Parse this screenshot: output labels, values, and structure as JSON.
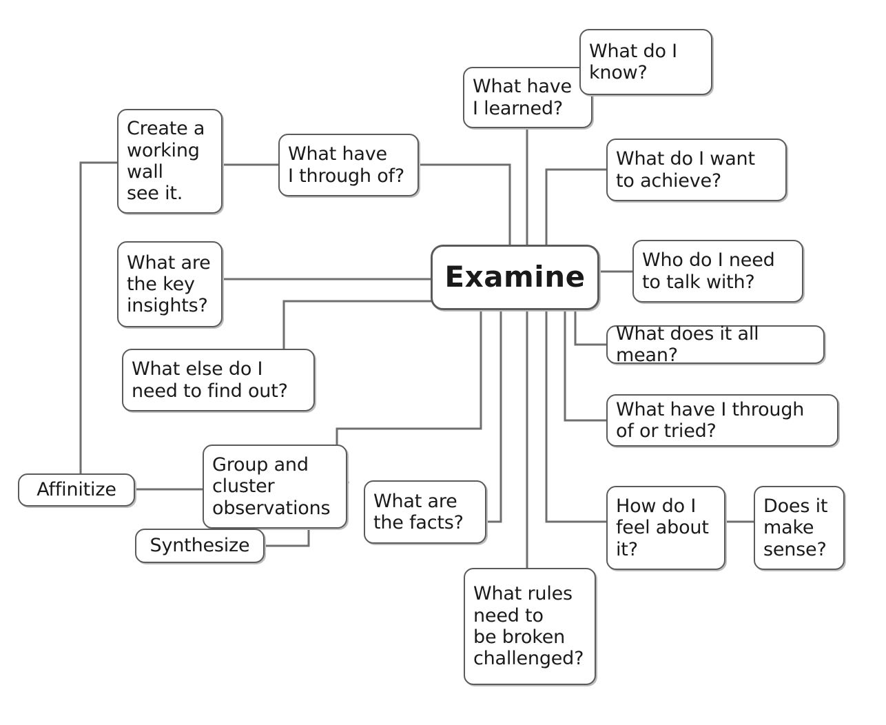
{
  "diagram": {
    "type": "mind-map",
    "title": "Examine",
    "line_color": "#6e6e6e",
    "node_border_color": "#5a5a5a",
    "text_color": "#1a1a1a",
    "background": "#ffffff",
    "center": {
      "id": "examine",
      "label": "Examine"
    },
    "nodes": [
      {
        "id": "what-have-i-learned",
        "label": "What have\nI learned?"
      },
      {
        "id": "what-do-i-know",
        "label": "What do I\nknow?"
      },
      {
        "id": "create-working-wall",
        "label": "Create a\nworking\nwall\nsee it."
      },
      {
        "id": "what-have-i-through-of",
        "label": "What have\nI through of?"
      },
      {
        "id": "what-do-i-want-achieve",
        "label": "What do I want\nto achieve?"
      },
      {
        "id": "what-are-key-insights",
        "label": "What are\nthe key\ninsights?"
      },
      {
        "id": "who-do-i-talk-with",
        "label": "Who do I need\nto talk with?"
      },
      {
        "id": "what-else-find-out",
        "label": "What else do I\nneed to find out?"
      },
      {
        "id": "what-does-it-all-mean",
        "label": "What does it all mean?"
      },
      {
        "id": "what-have-through-tried",
        "label": "What have I through\nof or tried?"
      },
      {
        "id": "affinitize",
        "label": "Affinitize"
      },
      {
        "id": "group-and-cluster",
        "label": "Group and\ncluster\nobservations"
      },
      {
        "id": "what-are-the-facts",
        "label": "What are\nthe facts?"
      },
      {
        "id": "how-do-i-feel",
        "label": "How do I\nfeel about\nit?"
      },
      {
        "id": "does-it-make-sense",
        "label": "Does it\nmake\nsense?"
      },
      {
        "id": "synthesize",
        "label": "Synthesize"
      },
      {
        "id": "what-rules-broken",
        "label": "What rules\nneed to\nbe broken\nchallenged?"
      }
    ],
    "edges": [
      {
        "from": "examine",
        "to": "what-have-i-learned"
      },
      {
        "from": "what-have-i-learned",
        "to": "what-do-i-know"
      },
      {
        "from": "examine",
        "to": "what-have-i-through-of"
      },
      {
        "from": "what-have-i-through-of",
        "to": "create-working-wall"
      },
      {
        "from": "create-working-wall",
        "to": "affinitize"
      },
      {
        "from": "examine",
        "to": "what-do-i-want-achieve"
      },
      {
        "from": "examine",
        "to": "what-are-key-insights"
      },
      {
        "from": "examine",
        "to": "who-do-i-talk-with"
      },
      {
        "from": "examine",
        "to": "what-else-find-out"
      },
      {
        "from": "examine",
        "to": "what-does-it-all-mean"
      },
      {
        "from": "examine",
        "to": "what-have-through-tried"
      },
      {
        "from": "examine",
        "to": "group-and-cluster"
      },
      {
        "from": "examine",
        "to": "what-are-the-facts"
      },
      {
        "from": "examine",
        "to": "how-do-i-feel"
      },
      {
        "from": "how-do-i-feel",
        "to": "does-it-make-sense"
      },
      {
        "from": "examine",
        "to": "what-rules-broken"
      },
      {
        "from": "group-and-cluster",
        "to": "affinitize"
      },
      {
        "from": "group-and-cluster",
        "to": "synthesize"
      }
    ]
  }
}
